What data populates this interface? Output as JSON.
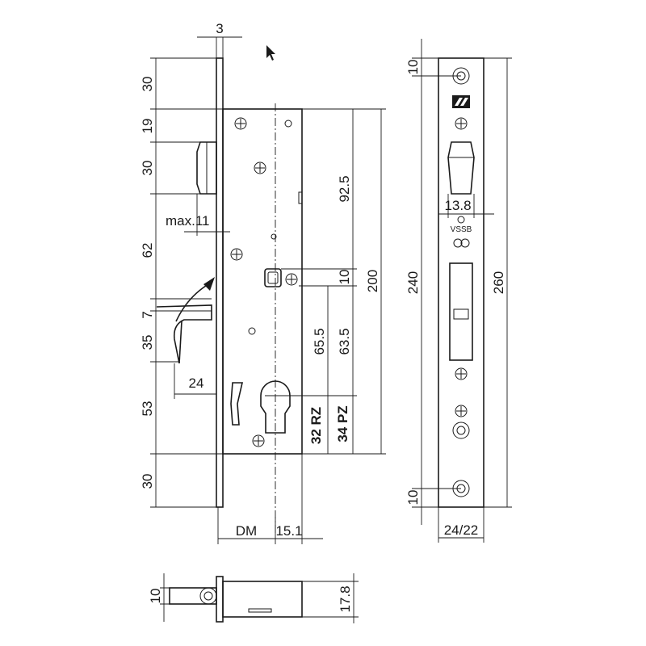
{
  "drawing": {
    "faceplate_thickness": "3",
    "left_dims": [
      "30",
      "19",
      "30",
      "62",
      "7",
      "35",
      "53",
      "30"
    ],
    "max_label": "max.11",
    "lever_dim": "24",
    "backset_label": "DM",
    "cyl_offset": "15.1",
    "dim_92_5": "92.5",
    "dim_10_mid": "10",
    "dim_200": "200",
    "dim_65_5": "65.5",
    "dim_63_5": "63.5",
    "rz_label": "32 RZ",
    "pz_label": "34 PZ",
    "front_top_10": "10",
    "front_bottom_10": "10",
    "front_13_8": "13.8",
    "front_240": "240",
    "front_260": "260",
    "front_width": "24/22",
    "bottom_10": "10",
    "bottom_17_8": "17.8",
    "cert_mark": "VSSB"
  }
}
